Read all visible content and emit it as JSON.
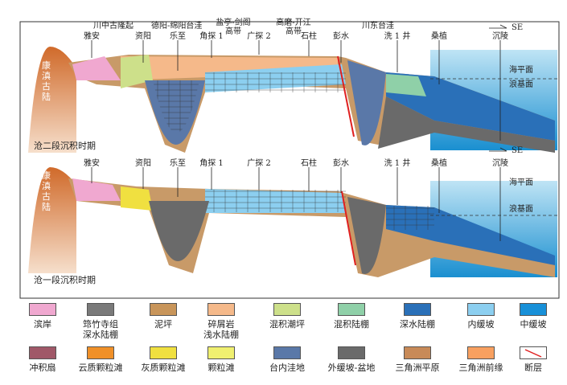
{
  "regions": [
    "川中古隆起",
    "德阳-绵阳台洼",
    "盐亭-剑阁\n高带",
    "高磨-开江\n高带",
    "川东台洼"
  ],
  "wells": [
    "雅安",
    "资阳",
    "乐至",
    "角探 1",
    "广探 2",
    "石柱",
    "彭水",
    "洗 1 井",
    "桑植",
    "沉陵"
  ],
  "direction": "SE",
  "land": "康\n滇\n古\n陆",
  "sea_level": "海平面",
  "wave_base": "浪基面",
  "panel_titles": [
    "沧二段沉积时期",
    "沧一段沉积时期"
  ],
  "legend": [
    {
      "label": "滨岸",
      "color": "#f0a8d0"
    },
    {
      "label": "筇竹寺组\n深水陆棚",
      "color": "#7a7a7a"
    },
    {
      "label": "泥坪",
      "color": "#c8955a"
    },
    {
      "label": "碎屑岩\n浅水陆棚",
      "color": "#f5b98a"
    },
    {
      "label": "混积潮坪",
      "color": "#cde08a"
    },
    {
      "label": "混积陆棚",
      "color": "#8fd0a8"
    },
    {
      "label": "深水陆棚",
      "color": "#2a70b8"
    },
    {
      "label": "内缓坡",
      "color": "#8ccff0"
    },
    {
      "label": "中缓坡",
      "color": "#1890d8"
    },
    {
      "label": "冲积扇",
      "color": "#a05868"
    },
    {
      "label": "云质颗粒滩",
      "color": "#f09028"
    },
    {
      "label": "灰质颗粒滩",
      "color": "#f0e040"
    },
    {
      "label": "颗粒滩",
      "color": "#f0f070"
    },
    {
      "label": "台内洼地",
      "color": "#5a78a8"
    },
    {
      "label": "外缓坡-盆地",
      "color": "#6a6a6a"
    },
    {
      "label": "三角洲平原",
      "color": "#c88a58"
    },
    {
      "label": "三角洲前缘",
      "color": "#f8a060"
    },
    {
      "label": "断层",
      "color": "#ffffff"
    }
  ]
}
